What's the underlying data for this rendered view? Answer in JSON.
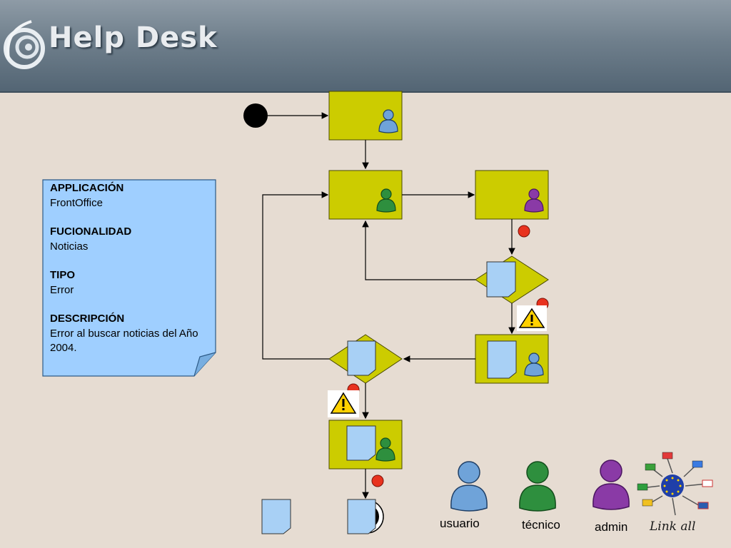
{
  "header": {
    "title": "Help Desk"
  },
  "note": {
    "sections": [
      {
        "heading": "APPLICACIÓN",
        "value": "FrontOffice"
      },
      {
        "heading": "FUCIONALIDAD",
        "value": "Noticias"
      },
      {
        "heading": "TIPO",
        "value": "Error"
      },
      {
        "heading": "DESCRIPCIÓN",
        "value": "Error al buscar noticias del Año 2004."
      }
    ]
  },
  "legend": {
    "items": [
      {
        "label": "usuario",
        "color": "#6fa3d9"
      },
      {
        "label": "técnico",
        "color": "#2e8f3e"
      },
      {
        "label": "admin",
        "color": "#8a3aa6"
      }
    ]
  },
  "logo": {
    "text": "Link all"
  },
  "colors": {
    "box": "#cccc00",
    "doc": "#a8d0f5",
    "note": "#9fcfff",
    "alert": "#e8321e"
  }
}
